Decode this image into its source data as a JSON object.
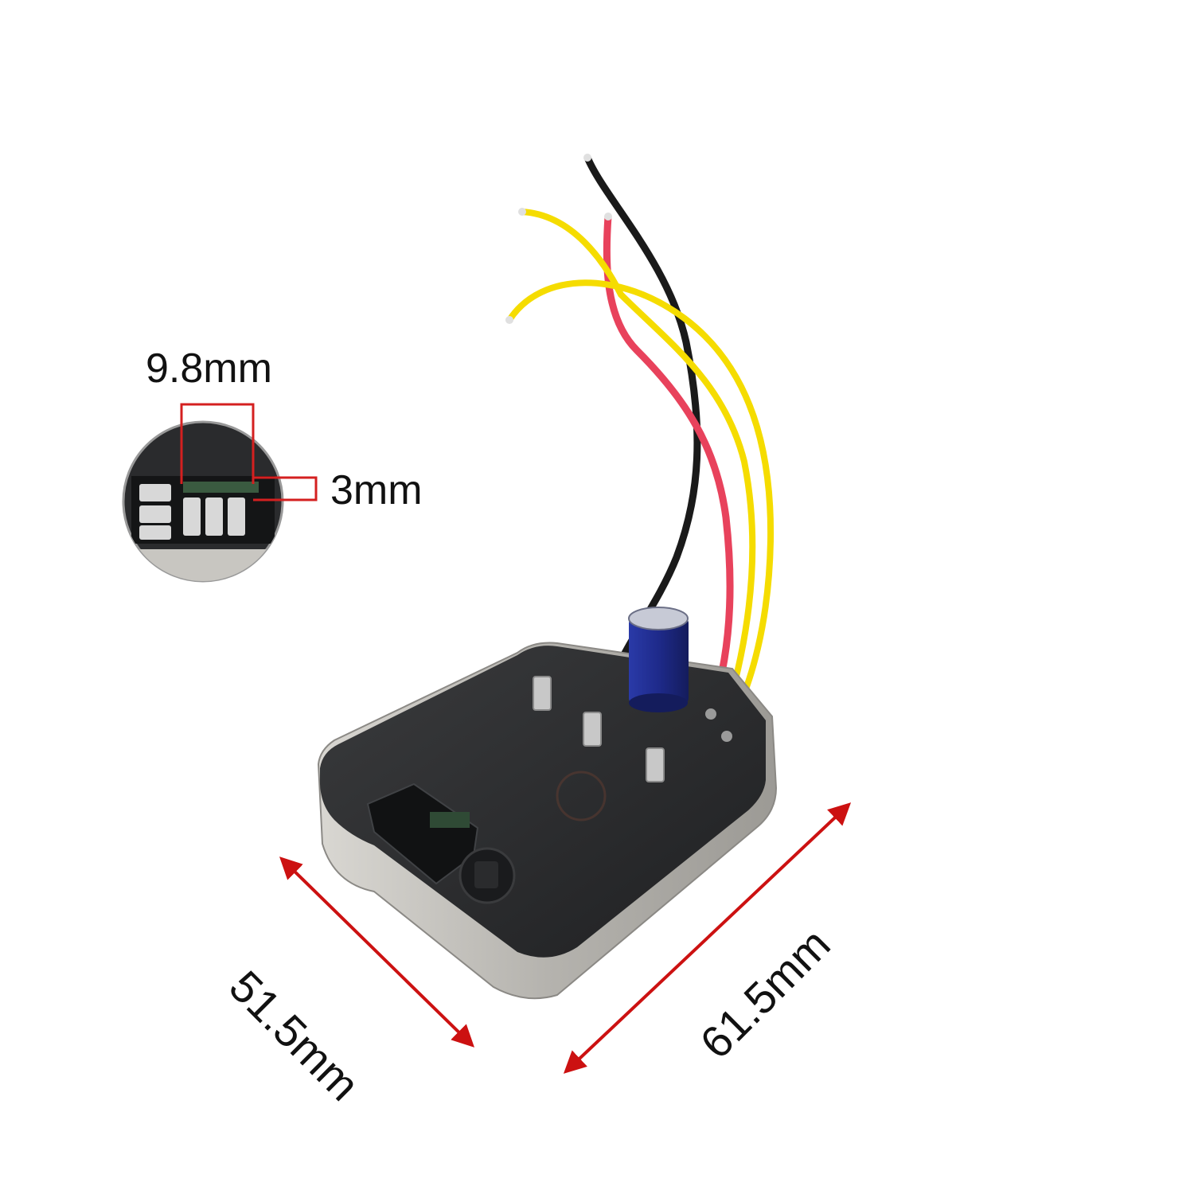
{
  "labels": {
    "connector_width": "9.8mm",
    "connector_depth": "3mm",
    "side_short": "51.5mm",
    "side_long": "61.5mm"
  },
  "colors": {
    "dimension_arrow": "#cc1111",
    "callout_box": "#d42020",
    "wire_black": "#1a1a1a",
    "wire_red": "#e8425c",
    "wire_yellow": "#f5dc00",
    "board_resin": "#2b2c2e",
    "board_metal": "#b9b7b2",
    "capacitor_body": "#1e2a8a"
  }
}
